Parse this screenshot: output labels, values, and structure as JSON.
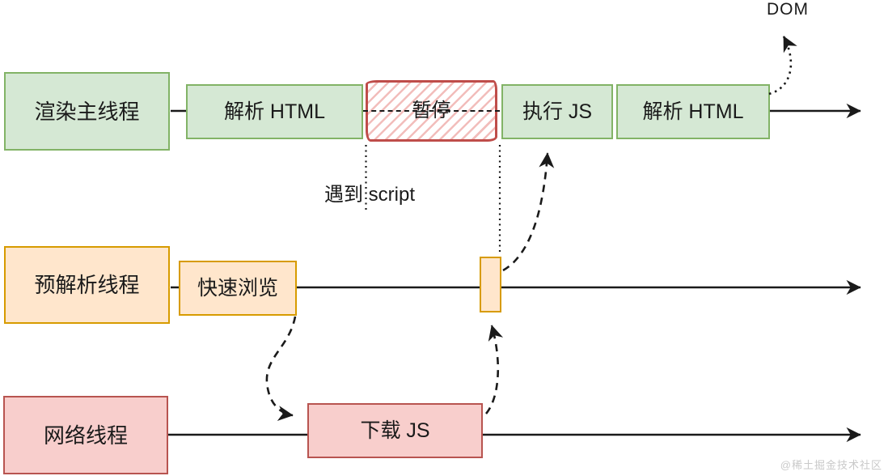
{
  "colors": {
    "green_fill": "#d5e8d4",
    "green_border": "#82b366",
    "orange_fill": "#ffe6cc",
    "orange_border": "#d79b00",
    "red_fill": "#f8cecc",
    "red_border": "#b85450",
    "pause_border": "#bf4d4a",
    "pause_hatch": "#f2bdbb",
    "ink": "#1a1a1a",
    "watermark": "#c9c9c9"
  },
  "threads": {
    "render": {
      "name": "渲染主线程",
      "tasks": [
        {
          "label": "解析 HTML"
        },
        {
          "label": "暂停"
        },
        {
          "label": "执行 JS"
        },
        {
          "label": "解析 HTML"
        }
      ]
    },
    "preparse": {
      "name": "预解析线程",
      "tasks": [
        {
          "label": "快速浏览"
        }
      ]
    },
    "network": {
      "name": "网络线程",
      "tasks": [
        {
          "label": "下载 JS"
        }
      ]
    }
  },
  "labels": {
    "dom": "DOM",
    "encounter_script": "遇到 script",
    "watermark": "@稀土掘金技术社区"
  }
}
